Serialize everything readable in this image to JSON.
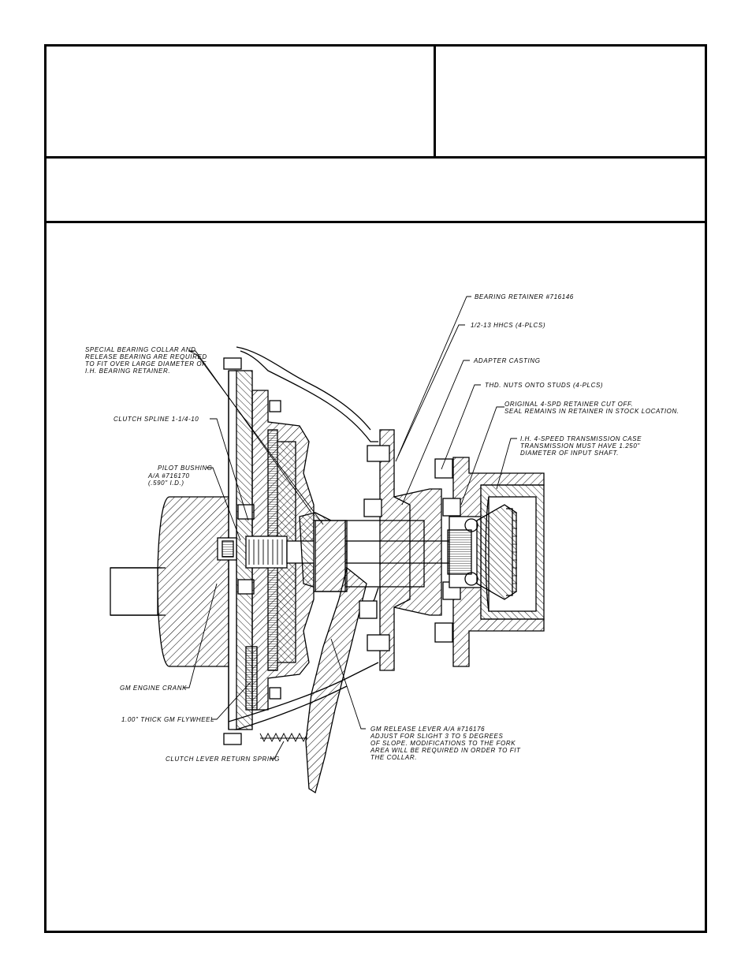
{
  "callouts": {
    "bearing_retainer": "BEARING RETAINER #716146",
    "hhcs": "1/2-13 HHCS (4-PLCS)",
    "adapter_casting": "ADAPTER CASTING",
    "thd_nuts": "THD. NUTS ONTO STUDS (4-PLCS)",
    "original_retainer_1": "ORIGINAL 4-SPD RETAINER CUT OFF.",
    "original_retainer_2": "SEAL REMAINS IN RETAINER IN STOCK LOCATION.",
    "trans_case_1": "I.H. 4-SPEED TRANSMISSION CASE",
    "trans_case_2": "TRANSMISSION MUST HAVE 1.250\"",
    "trans_case_3": "DIAMETER OF INPUT SHAFT.",
    "special_collar_1": "SPECIAL BEARING COLLAR AND",
    "special_collar_2": "RELEASE BEARING ARE REQUIRED",
    "special_collar_3": "TO FIT OVER LARGE DIAMETER OF",
    "special_collar_4": "I.H. BEARING RETAINER.",
    "clutch_spline": "CLUTCH SPLINE 1-1/4-10",
    "pilot_bushing_1": "PILOT BUSHING",
    "pilot_bushing_2": "A/A #716170",
    "pilot_bushing_3": "(.590\" I.D.)",
    "engine_crank": "GM ENGINE CRANK",
    "flywheel": "1.00\" THICK GM FLYWHEEL",
    "return_spring": "CLUTCH LEVER RETURN SPRING",
    "release_lever_1": "GM RELEASE LEVER A/A #716176",
    "release_lever_2": "ADJUST FOR SLIGHT 3 TO 5 DEGREES",
    "release_lever_3": "OF SLOPE. MODIFICATIONS TO THE FORK",
    "release_lever_4": "AREA WILL BE REQUIRED IN ORDER TO FIT",
    "release_lever_5": "THE COLLAR."
  }
}
